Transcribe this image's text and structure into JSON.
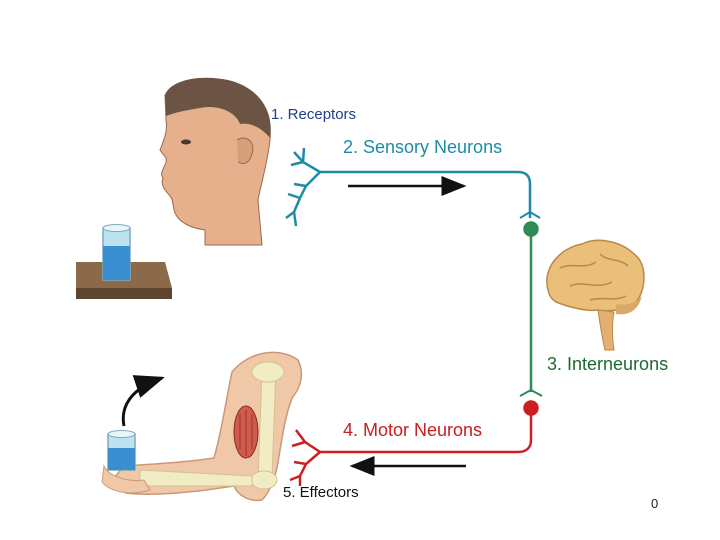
{
  "labels": {
    "receptors": "1. Receptors",
    "sensory_neurons": "2. Sensory Neurons",
    "interneurons": "3. Interneurons",
    "motor_neurons": "4. Motor Neurons",
    "effectors": "5. Effectors"
  },
  "page_number": "0",
  "colors": {
    "sensory": "#1e8ba6",
    "interneuron": "#2e8b57",
    "motor": "#cc1f1f",
    "receptors_text": "#1f3d8a",
    "sensory_text": "#1e8ba6",
    "interneurons_text": "#1b6b2e",
    "motor_text": "#c81e1e",
    "effectors_text": "#111111"
  }
}
